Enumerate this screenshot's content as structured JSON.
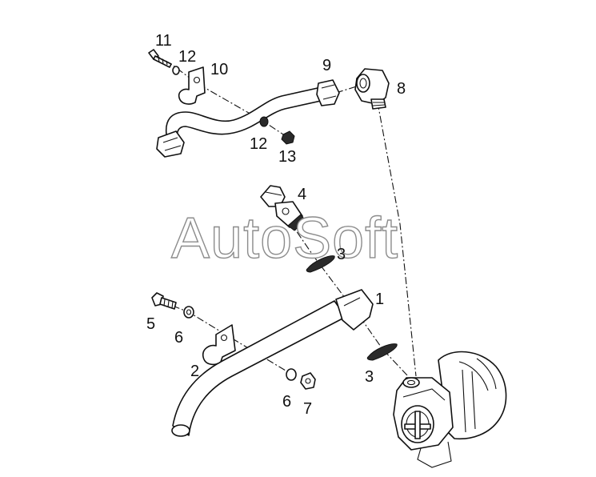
{
  "watermark": {
    "text": "AutoSoft"
  },
  "callouts": [
    "11",
    "12",
    "10",
    "9",
    "8",
    "12",
    "13",
    "4",
    "3",
    "1",
    "5",
    "6",
    "2",
    "3",
    "6",
    "7"
  ],
  "icons": {
    "drawing": "exploded-assembly-line-art",
    "leaders": "dash-dot-line"
  },
  "colors": {
    "ink": "#111111",
    "watermark_outline": "#8c8c8c",
    "background": "#ffffff"
  }
}
